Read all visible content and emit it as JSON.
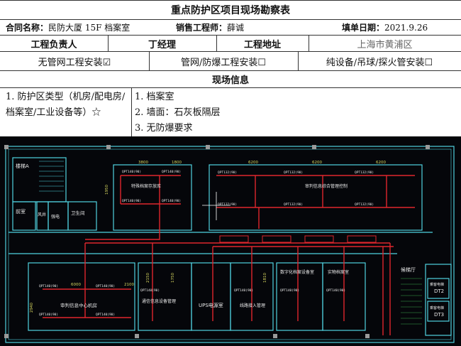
{
  "title": "重点防护区项目现场勘察表",
  "contract": {
    "label": "合同名称：",
    "value": "民防大厦 15F 档案室"
  },
  "engineer": {
    "label": "销售工程师：",
    "value": "薛诚"
  },
  "date": {
    "label": "填单日期：",
    "value": "2021.9.26"
  },
  "manager": {
    "label": "工程负责人",
    "value": "丁经理"
  },
  "address": {
    "label": "工程地址",
    "value": "上海市黄浦区"
  },
  "install_options": [
    "无管网工程安装☑",
    "管网/防爆工程安装☐",
    "纯设备/吊球/探火管安装☐"
  ],
  "section_title": "现场信息",
  "info": {
    "question": "1. 防护区类型（机房/配电房/档案室/工业设备等）☆",
    "answers": [
      "1. 档案室",
      "2. 墙面：石灰板隔层",
      "3. 无防爆要求"
    ]
  },
  "plan": {
    "rooms": [
      {
        "key": "stair",
        "label": "楼梯A"
      },
      {
        "key": "sink",
        "label": "前室"
      },
      {
        "key": "wind",
        "label": "风井"
      },
      {
        "key": "elec",
        "label": "强电"
      },
      {
        "key": "wc",
        "label": "卫生间"
      },
      {
        "key": "arch",
        "label": "特殊档案存放库"
      },
      {
        "key": "net",
        "label": "审判信息综合管理控制"
      },
      {
        "key": "center",
        "label": "审判信息中心机房"
      },
      {
        "key": "comm",
        "label": "通信信息设备管理"
      },
      {
        "key": "ups",
        "label": "UPS电源室"
      },
      {
        "key": "line",
        "label": "线路接入管理"
      },
      {
        "key": "digital",
        "label": "数字化档案设备室"
      },
      {
        "key": "physical",
        "label": "实物档案室"
      },
      {
        "key": "elevhall",
        "label": "候梯厅"
      },
      {
        "key": "lift2",
        "label": "DT2"
      },
      {
        "key": "lift3",
        "label": "DT3"
      },
      {
        "key": "liftA",
        "label": "乘客电梯"
      },
      {
        "key": "liftB",
        "label": "乘客电梯"
      }
    ],
    "dims": [
      {
        "key": "d_top1",
        "label": "3800"
      },
      {
        "key": "d_top2",
        "label": "1800"
      },
      {
        "key": "d_top3",
        "label": "6200"
      },
      {
        "key": "d_top4",
        "label": "6200"
      },
      {
        "key": "d_top5",
        "label": "6200"
      },
      {
        "key": "d_bot1",
        "label": "6000"
      },
      {
        "key": "d_bot2",
        "label": "2100"
      },
      {
        "key": "d_side1",
        "label": "1950"
      },
      {
        "key": "d_side2",
        "label": "2150"
      },
      {
        "key": "d_side3",
        "label": "1750"
      },
      {
        "key": "d_side4",
        "label": "1810"
      },
      {
        "key": "d_side5",
        "label": "2940"
      }
    ],
    "unit_labels": [
      {
        "key": "u1",
        "label": "QPT140(90)"
      },
      {
        "key": "u2",
        "label": "QPT140(90)"
      },
      {
        "key": "u3",
        "label": "QPT140(90)"
      },
      {
        "key": "u4",
        "label": "QPT140(90)"
      },
      {
        "key": "u5",
        "label": "QPT132(90)"
      },
      {
        "key": "u6",
        "label": "QPT132(90)"
      },
      {
        "key": "u7",
        "label": "QPT132(90)"
      },
      {
        "key": "u8",
        "label": "QPT132(90)"
      },
      {
        "key": "u9",
        "label": "QPT132(90)"
      },
      {
        "key": "u10",
        "label": "QPT132(90)"
      },
      {
        "key": "u11",
        "label": "QPT140(90)"
      },
      {
        "key": "u12",
        "label": "QPT140(90)"
      },
      {
        "key": "u13",
        "label": "QPT140(90)"
      },
      {
        "key": "u14",
        "label": "QPT140(90)"
      },
      {
        "key": "u15",
        "label": "QPT140(90)"
      },
      {
        "key": "u16",
        "label": "QPT140(90)"
      },
      {
        "key": "u17",
        "label": "QPT140(90)"
      },
      {
        "key": "u18",
        "label": "QPT140(90)"
      }
    ],
    "colors": {
      "wall": "#4fd3e0",
      "pipe": "#e0262c",
      "text": "#e8e8e8",
      "dim": "#d8d860",
      "hatch": "#3aa848"
    }
  }
}
